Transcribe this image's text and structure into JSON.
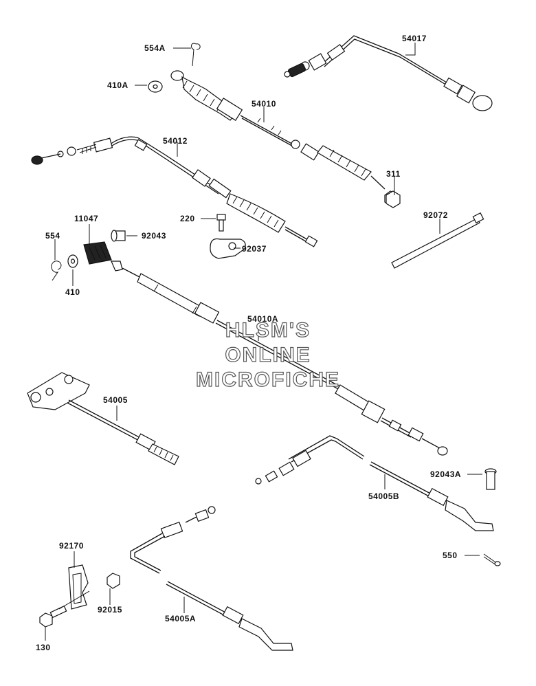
{
  "watermark": {
    "line1": "HLSM'S",
    "line2": "ONLINE",
    "line3": "MICROFICHE"
  },
  "parts": [
    {
      "id": "p554A",
      "label": "554A"
    },
    {
      "id": "p410A",
      "label": "410A"
    },
    {
      "id": "p54017",
      "label": "54017"
    },
    {
      "id": "p54010",
      "label": "54010"
    },
    {
      "id": "p54012",
      "label": "54012"
    },
    {
      "id": "p311",
      "label": "311"
    },
    {
      "id": "p220",
      "label": "220"
    },
    {
      "id": "p11047",
      "label": "11047"
    },
    {
      "id": "p92043",
      "label": "92043"
    },
    {
      "id": "p92072",
      "label": "92072"
    },
    {
      "id": "p554",
      "label": "554"
    },
    {
      "id": "p92037",
      "label": "92037"
    },
    {
      "id": "p410",
      "label": "410"
    },
    {
      "id": "p54010A",
      "label": "54010A"
    },
    {
      "id": "p54005",
      "label": "54005"
    },
    {
      "id": "p92043A",
      "label": "92043A"
    },
    {
      "id": "p54005B",
      "label": "54005B"
    },
    {
      "id": "p550",
      "label": "550"
    },
    {
      "id": "p92170",
      "label": "92170"
    },
    {
      "id": "p92015",
      "label": "92015"
    },
    {
      "id": "p54005A",
      "label": "54005A"
    },
    {
      "id": "p130",
      "label": "130"
    }
  ]
}
